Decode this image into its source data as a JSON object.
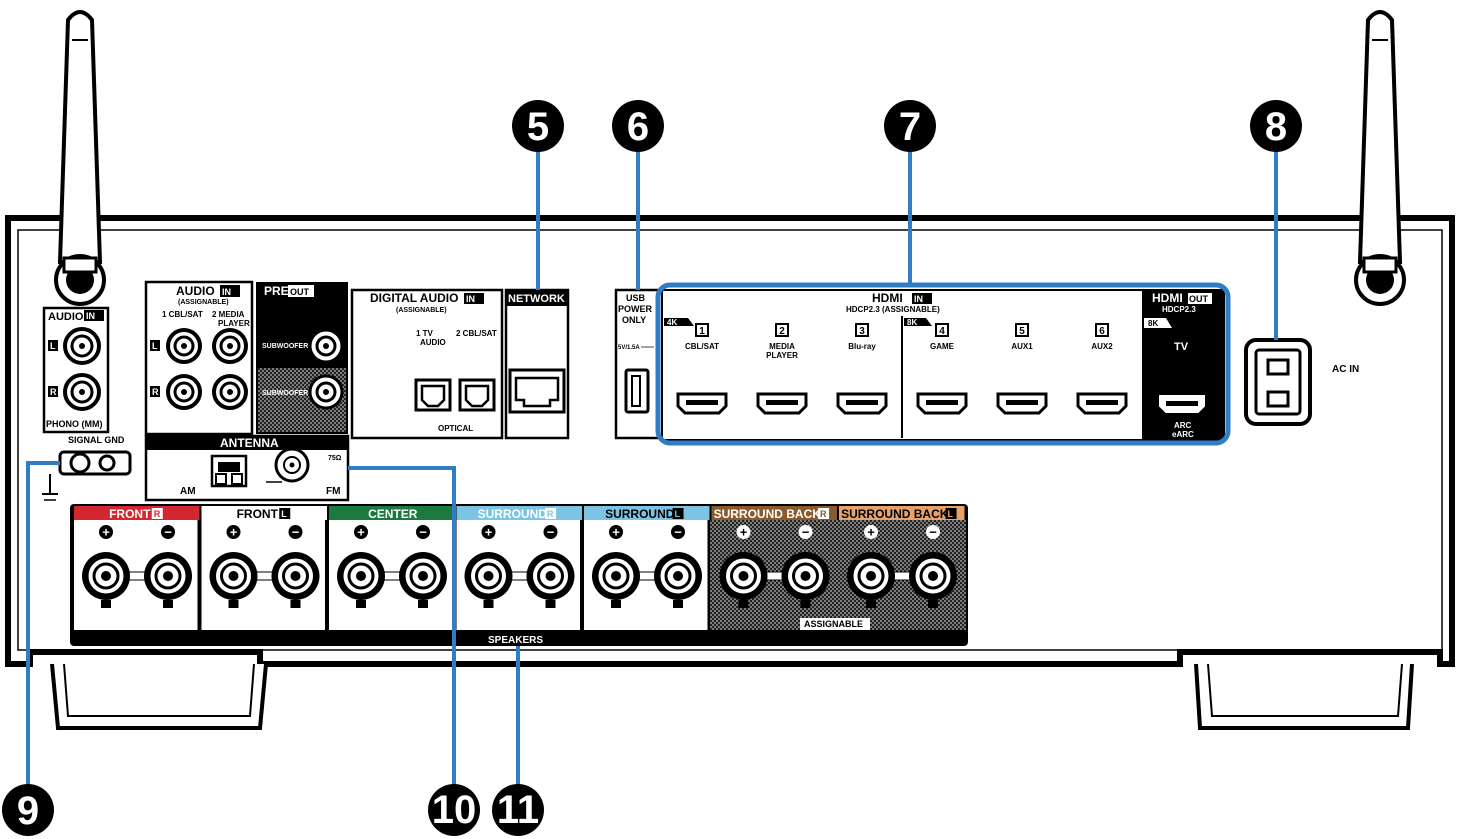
{
  "colors": {
    "callout_line": "#2f7dc4",
    "front_r": "#d22630",
    "center": "#1b7a3e",
    "surround": "#7cc4e4",
    "surround_back_r": "#8b5a2b",
    "surround_back_l": "#e6a26a"
  },
  "callouts": [
    "5",
    "6",
    "7",
    "8",
    "9",
    "10",
    "11"
  ],
  "audio_in_small": {
    "title": "AUDIO",
    "badge": "IN",
    "l": "L",
    "r": "R",
    "phono": "PHONO (MM)"
  },
  "signal_gnd": "SIGNAL GND",
  "audio_in": {
    "title": "AUDIO",
    "badge": "IN",
    "sub": "(ASSIGNABLE)",
    "col1": "1 CBL/SAT",
    "col2": "2 MEDIA",
    "col2b": "PLAYER",
    "l": "L",
    "r": "R"
  },
  "pre_out": {
    "title": "PRE",
    "badge": "OUT",
    "sw1": "SUBWOOFER 1",
    "sw2": "SUBWOOFER 2"
  },
  "digital_audio": {
    "title": "DIGITAL AUDIO",
    "badge": "IN",
    "sub": "(ASSIGNABLE)",
    "in1": "1   TV",
    "in1b": "AUDIO",
    "in2": "2 CBL/SAT",
    "optical": "OPTICAL"
  },
  "network": {
    "title": "NETWORK"
  },
  "usb": {
    "l1": "USB",
    "l2": "POWER",
    "l3": "ONLY",
    "rating": "5V/1.5A ═══"
  },
  "hdmi_in": {
    "title": "HDMI",
    "badge": "IN",
    "sub": "HDCP2.3  (ASSIGNABLE)",
    "tag4k": "4K",
    "tag8k": "8K",
    "inputs": [
      {
        "num": "1",
        "label": "CBL/SAT",
        "label2": ""
      },
      {
        "num": "2",
        "label": "MEDIA",
        "label2": "PLAYER"
      },
      {
        "num": "3",
        "label": "Blu-ray",
        "label2": ""
      },
      {
        "num": "4",
        "label": "GAME",
        "label2": ""
      },
      {
        "num": "5",
        "label": "AUX1",
        "label2": ""
      },
      {
        "num": "6",
        "label": "AUX2",
        "label2": ""
      }
    ]
  },
  "hdmi_out": {
    "title": "HDMI",
    "badge": "OUT",
    "sub": "HDCP2.3",
    "tag8k": "8K",
    "label": "TV",
    "arc": "ARC",
    "earc": "eARC"
  },
  "ac_in": "AC IN",
  "antenna": {
    "title": "ANTENNA",
    "am": "AM",
    "fm": "FM",
    "ohm": "75Ω"
  },
  "speakers": {
    "label": "SPEAKERS",
    "assignable": "ASSIGNABLE",
    "channels": [
      {
        "name": "FRONT",
        "side": "R"
      },
      {
        "name": "FRONT",
        "side": "L"
      },
      {
        "name": "CENTER",
        "side": ""
      },
      {
        "name": "SURROUND",
        "side": "R"
      },
      {
        "name": "SURROUND",
        "side": "L"
      },
      {
        "name": "SURROUND BACK",
        "side": "R"
      },
      {
        "name": "SURROUND BACK",
        "side": "L"
      }
    ],
    "plus": "+",
    "minus": "−"
  }
}
